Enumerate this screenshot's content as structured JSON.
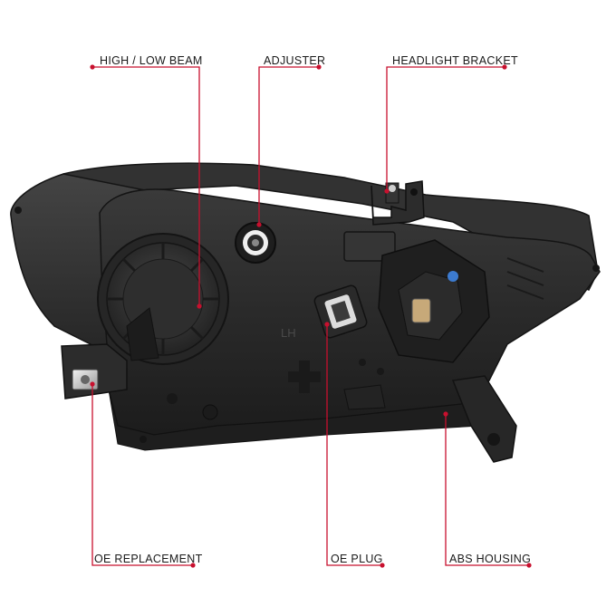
{
  "callouts": {
    "high_low_beam": "HIGH / LOW BEAM",
    "adjuster": "ADJUSTER",
    "headlight_bracket": "HEADLIGHT BRACKET",
    "oe_replacement": "OE REPLACEMENT",
    "oe_plug": "OE PLUG",
    "abs_housing": "ABS HOUSING"
  },
  "housing_markings": {
    "side": "LH"
  },
  "colors": {
    "callout_line": "#c8102e",
    "housing": "#2b2b2b",
    "background": "#ffffff"
  }
}
